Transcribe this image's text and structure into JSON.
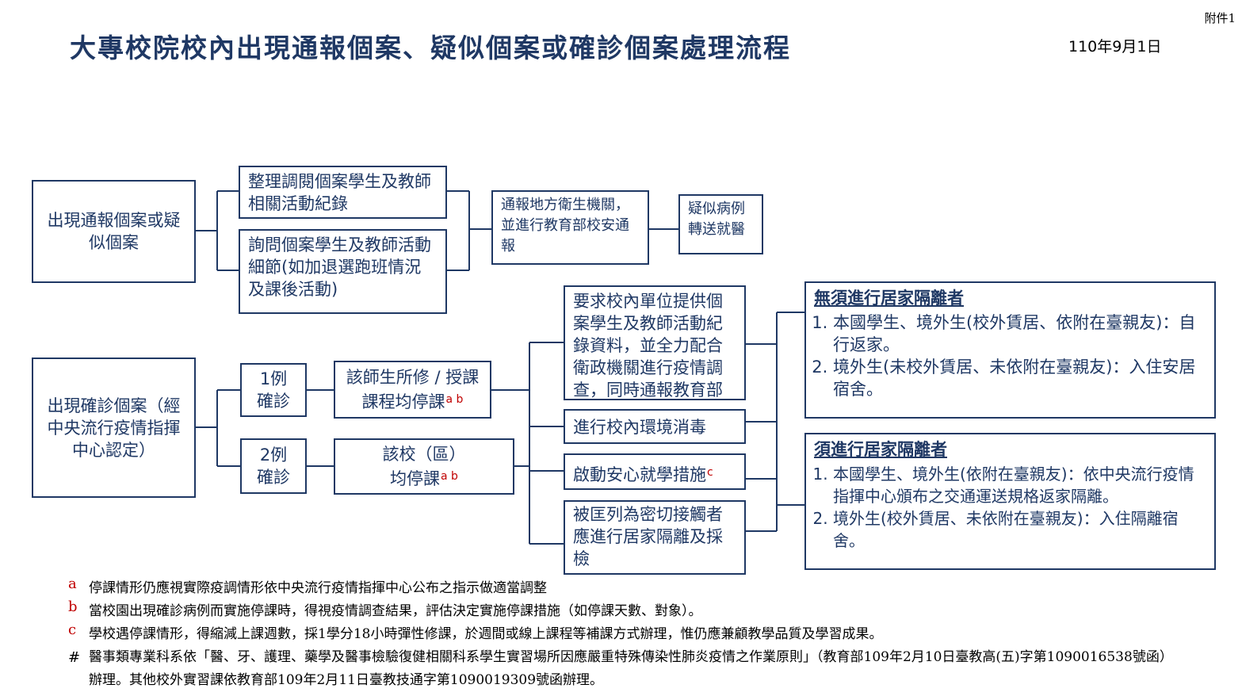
{
  "attachment_label": "附件1",
  "title": "大專校院校內出現通報個案、疑似個案或確診個案處理流程",
  "date": "110年9月1日",
  "boxes": {
    "suspect_case": "出現通報個案或疑似個案",
    "organize_records": "整理調閱個案學生及教師相關活動紀錄",
    "ask_details": "詢問個案學生及教師活動細節(如加退選跑班情況及課後活動)",
    "notify": "通報地方衛生機關，並進行教育部校安通報",
    "transfer": "疑似病例轉送就醫",
    "confirmed_case": "出現確診個案（經中央流行疫情指揮中心認定）",
    "one_case": "1例確診",
    "two_cases": "2例確診",
    "suspend_courses": "該師生所修 / 授課課程均停課",
    "suspend_courses_ref": "a b",
    "suspend_school": "該校（區）均停課",
    "suspend_school_ref": "a b",
    "request_units": "要求校內單位提供個案學生及教師活動紀錄資料，並全力配合衛政機關進行疫情調查，同時通報教育部",
    "disinfect": "進行校內環境消毒",
    "safe_study": "啟動安心就學措施",
    "safe_study_ref": "c",
    "close_contact": "被匡列為密切接觸者應進行居家隔離及採檢"
  },
  "no_quarantine": {
    "heading": "無須進行居家隔離者",
    "items": [
      "本國學生、境外生(校外賃居、依附在臺親友)：自行返家。",
      "境外生(未校外賃居、未依附在臺親友)：入住安居宿舍。"
    ]
  },
  "quarantine": {
    "heading": "須進行居家隔離者",
    "items": [
      "本國學生、境外生(依附在臺親友)：依中央流行疫情指揮中心頒布之交通運送規格返家隔離。",
      "境外生(校外賃居、未依附在臺親友)：入住隔離宿舍。"
    ]
  },
  "notes": [
    {
      "mark": "a",
      "text": "停課情形仍應視實際疫調情形依中央流行疫情指揮中心公布之指示做適當調整"
    },
    {
      "mark": "b",
      "text": "當校園出現確診病例而實施停課時，得視疫情調查結果，評估決定實施停課措施（如停課天數、對象）。"
    },
    {
      "mark": "c",
      "text": "學校遇停課情形，得縮減上課週數，採1學分18小時彈性修課，於週間或線上課程等補課方式辦理，惟仍應兼顧教學品質及學習成果。"
    },
    {
      "mark": "#",
      "text": "醫事類專業科系依「醫、牙、護理、藥學及醫事檢驗復健相關科系學生實習場所因應嚴重特殊傳染性肺炎疫情之作業原則」（教育部109年2月10日臺教高(五)字第1090016538號函）辦理。其他校外實習課依教育部109年2月11日臺教技通字第1090019309號函辦理。"
    }
  ],
  "colors": {
    "primary": "#1f3864",
    "reference_red": "#c00000"
  }
}
